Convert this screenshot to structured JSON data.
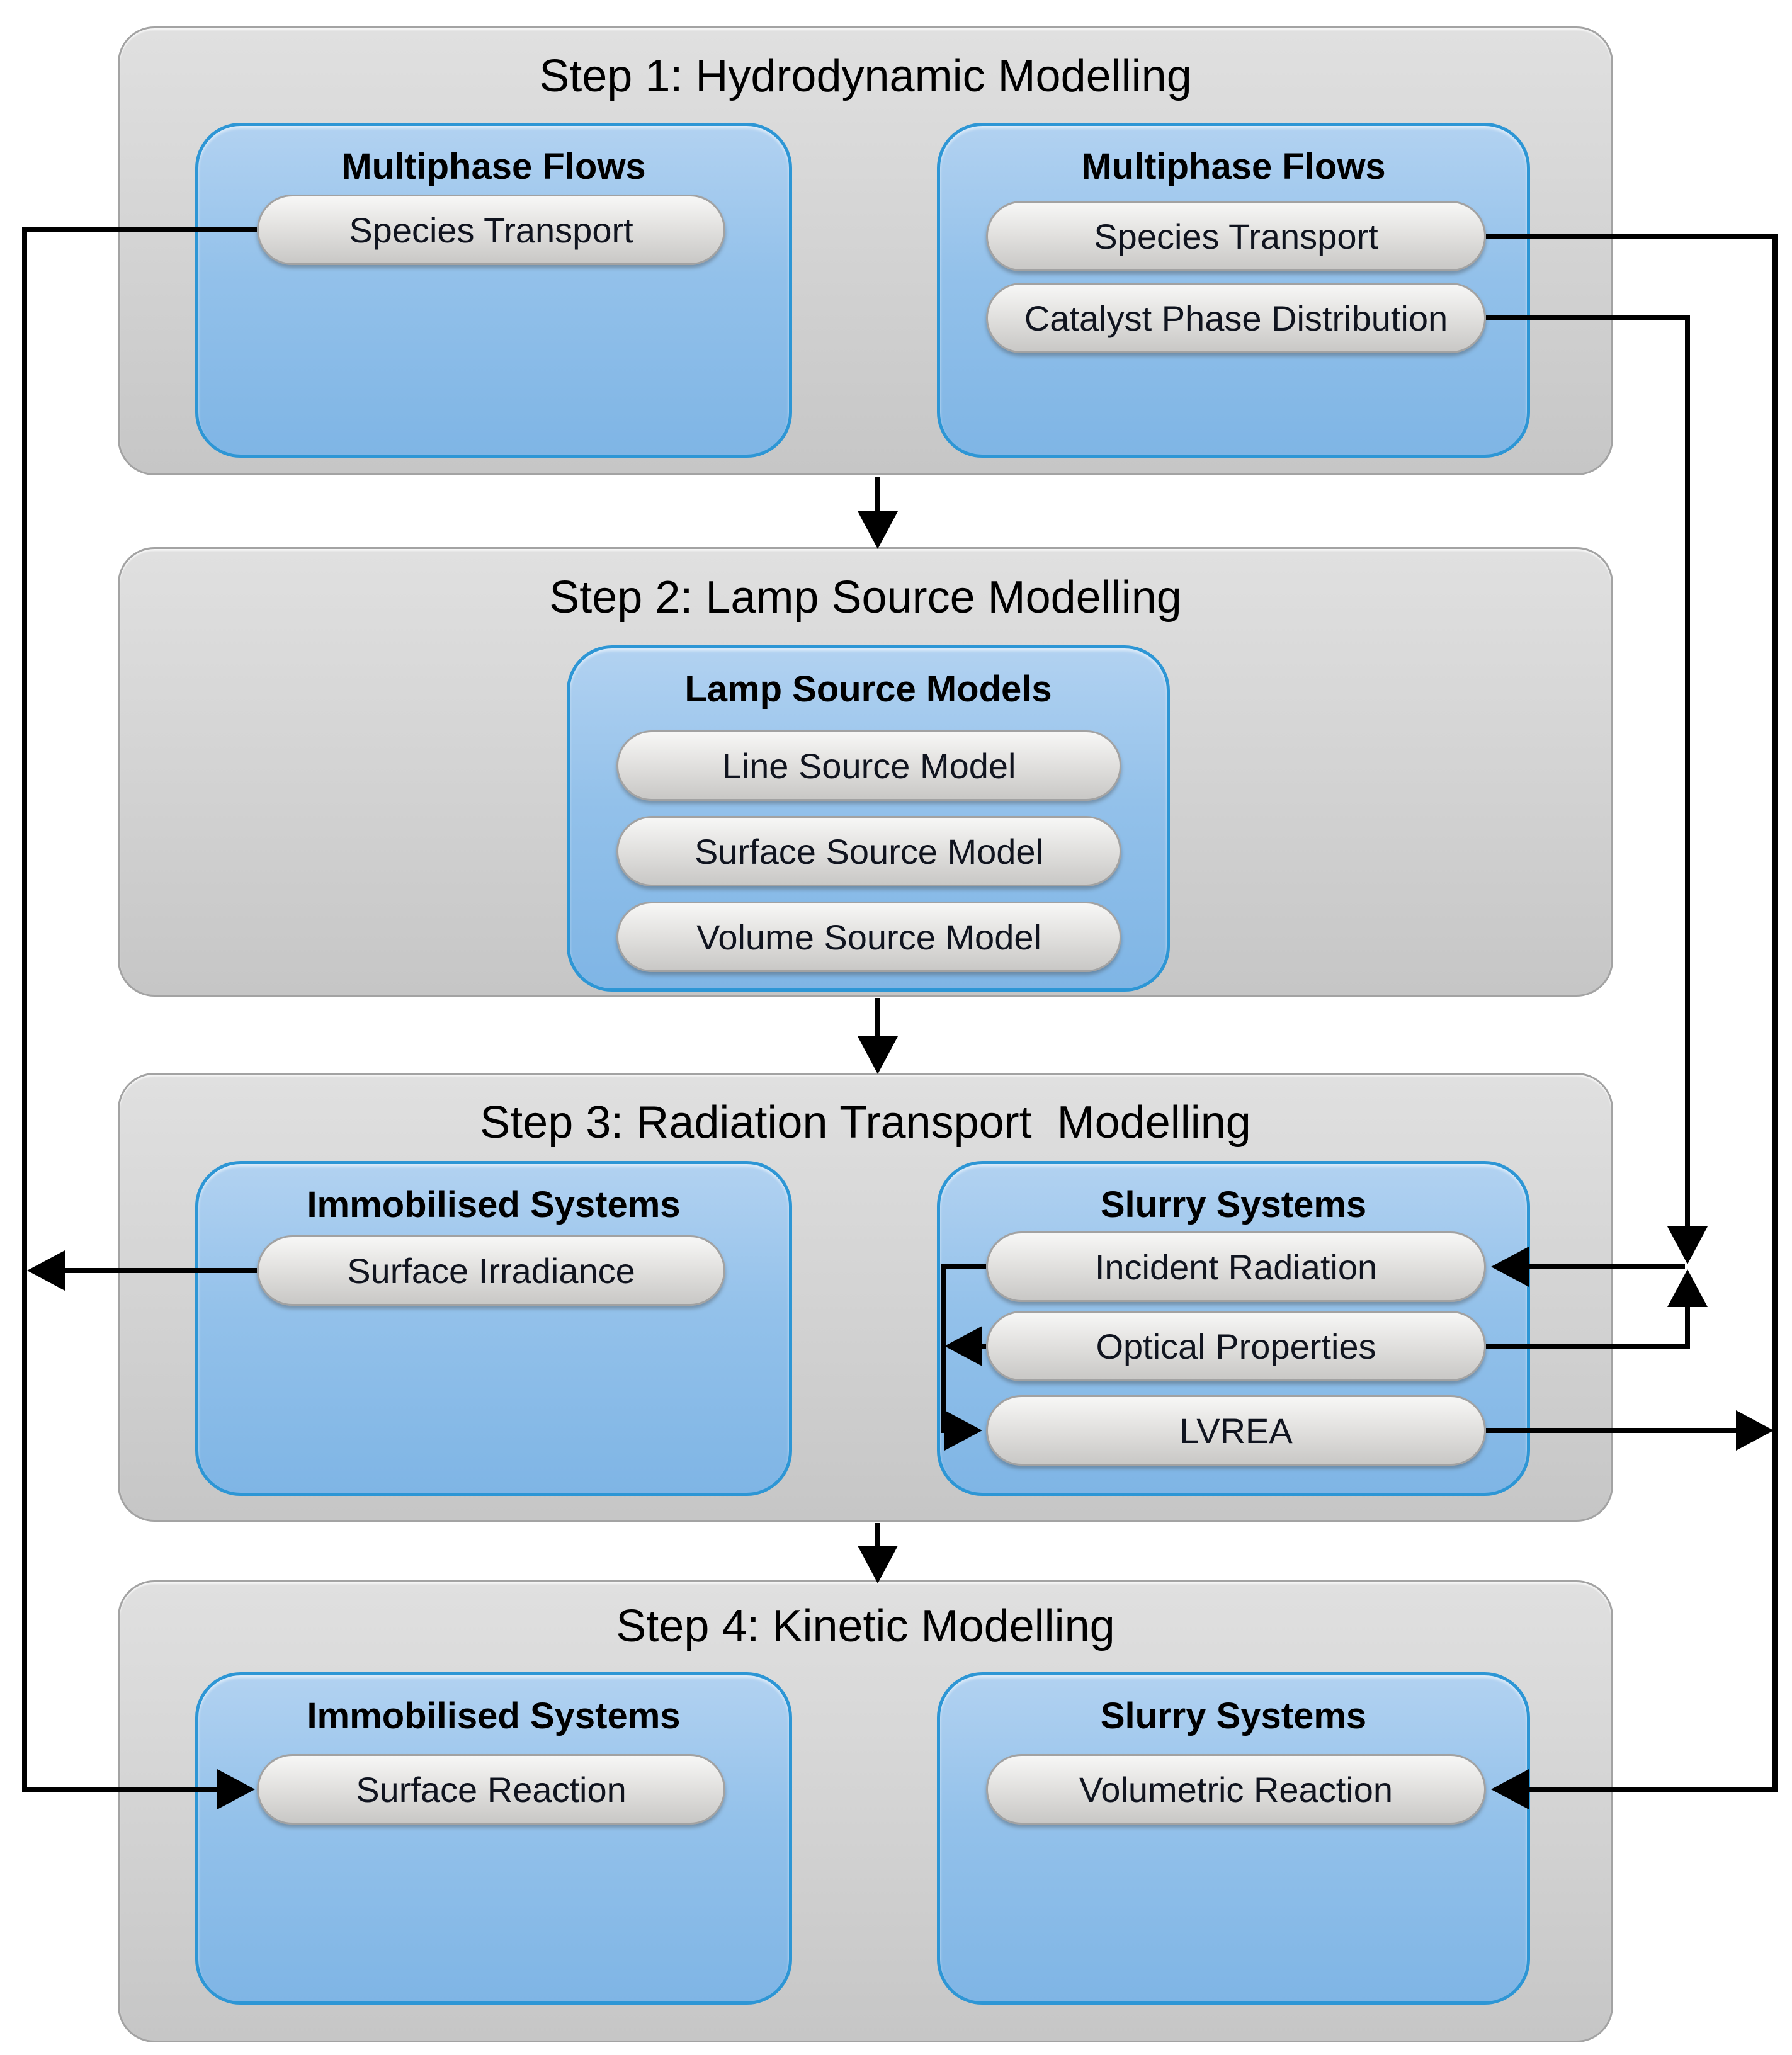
{
  "figure": {
    "type": "flowchart",
    "title_lines": [],
    "colors": {
      "panel_fill": "#d2d2d2",
      "panel_border": "#a3a3a3",
      "blue_box_fill_top": "#b2d2f1",
      "blue_box_fill_bottom": "#7fb5e5",
      "blue_box_border": "#2d96d5",
      "pill_fill_top": "#f7f7f6",
      "pill_fill_bottom": "#c9c8c6",
      "pill_border": "#a2a2a2",
      "arrow_color": "#000000",
      "text_color": "#000000",
      "background": "#ffffff"
    }
  },
  "steps": [
    {
      "title": "Step 1: Hydrodynamic Modelling",
      "boxes": [
        {
          "title": "Multiphase Flows",
          "pills": [
            "Species Transport"
          ]
        },
        {
          "title": "Multiphase Flows",
          "pills": [
            "Species Transport",
            "Catalyst Phase Distribution"
          ]
        }
      ]
    },
    {
      "title": "Step 2: Lamp Source Modelling",
      "boxes": [
        {
          "title": "Lamp Source Models",
          "pills": [
            "Line Source Model",
            "Surface Source Model",
            "Volume Source Model"
          ]
        }
      ]
    },
    {
      "title": "Step 3: Radiation Transport  Modelling",
      "boxes": [
        {
          "title": "Immobilised Systems",
          "pills": [
            "Surface Irradiance"
          ]
        },
        {
          "title": "Slurry Systems",
          "pills": [
            "Incident Radiation",
            "Optical Properties",
            "LVREA"
          ]
        }
      ]
    },
    {
      "title": "Step 4: Kinetic Modelling",
      "boxes": [
        {
          "title": "Immobilised Systems",
          "pills": [
            "Surface Reaction"
          ]
        },
        {
          "title": "Slurry Systems",
          "pills": [
            "Volumetric Reaction"
          ]
        }
      ]
    }
  ],
  "edges": [
    {
      "from": "Step 1 / Hydrodynamic Modelling",
      "to": "Step 2 / Lamp Source Modelling",
      "style": "down-arrow"
    },
    {
      "from": "Step 2 / Lamp Source Modelling",
      "to": "Step 3 / Radiation Transport Modelling",
      "style": "down-arrow"
    },
    {
      "from": "Step 3 / Radiation Transport Modelling",
      "to": "Step 4 / Kinetic Modelling",
      "style": "down-arrow"
    },
    {
      "from": "Species Transport (Step 1, left)",
      "to": "Surface Reaction (Step 4)",
      "style": "routed-left-margin"
    },
    {
      "from": "Surface Irradiance (Step 3)",
      "to": "left margin line to Surface Reaction",
      "style": "left-arrow-into-line"
    },
    {
      "from": "Species Transport (Step 1, right)",
      "to": "Volumetric Reaction (Step 4)",
      "style": "routed-right-margin"
    },
    {
      "from": "LVREA (Step 3)",
      "to": "right margin line to Volumetric Reaction",
      "style": "right-arrow-into-line"
    },
    {
      "from": "Catalyst Phase Distribution (Step 1, right)",
      "to": "Incident Radiation (Step 3)",
      "style": "down-arrow-merge"
    },
    {
      "from": "Optical Properties (Step 3)",
      "to": "Incident Radiation (Step 3)",
      "style": "up-arrow-merge"
    },
    {
      "from": "Incident Radiation (Step 3)",
      "to": "LVREA (Step 3)",
      "style": "internal-bracket"
    },
    {
      "from": "Optical Properties (Step 3)",
      "to": "internal bracket",
      "style": "left-arrow-into-line"
    }
  ]
}
